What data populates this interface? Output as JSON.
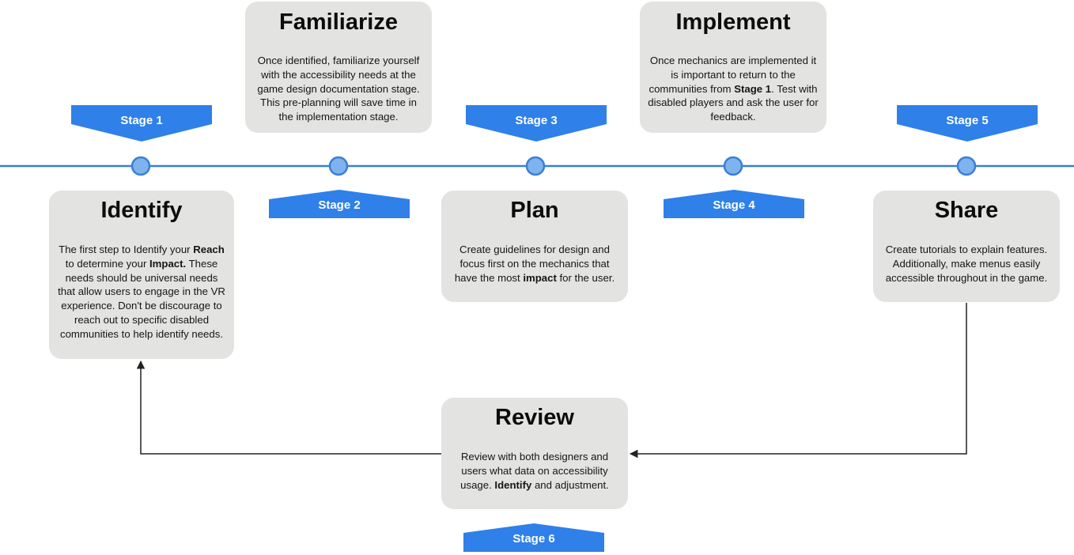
{
  "colors": {
    "accent": "#2f80e8",
    "timeline": "#3a7fd5",
    "node_fill": "#7fb3ee",
    "card_bg": "#e3e4e1",
    "connector": "#222222"
  },
  "stages": [
    {
      "stage_label": "Stage 1",
      "title": "Identify",
      "body": [
        {
          "text": "The first step to Identify your "
        },
        {
          "text": "Reach",
          "bold": true
        },
        {
          "text": " to determine your "
        },
        {
          "text": "Impact.",
          "bold": true
        },
        {
          "text": " These needs should be universal needs that allow users to engage in the VR experience. Don't be discourage to reach out to specific disabled communities to help identify needs."
        }
      ]
    },
    {
      "stage_label": "Stage 2",
      "title": "Familiarize",
      "body": [
        {
          "text": "Once identified, familiarize yourself with the accessibility needs at the game design documentation stage. This pre-planning will save time in the implementation stage."
        }
      ]
    },
    {
      "stage_label": "Stage 3",
      "title": "Plan",
      "body": [
        {
          "text": "Create guidelines for design and focus first on the mechanics that have the most "
        },
        {
          "text": "impact",
          "bold": true
        },
        {
          "text": " for the user."
        }
      ]
    },
    {
      "stage_label": "Stage 4",
      "title": "Implement",
      "body": [
        {
          "text": "Once mechanics are implemented it is important to return to the communities from "
        },
        {
          "text": "Stage 1",
          "bold": true
        },
        {
          "text": ". Test with disabled players and ask the user for feedback."
        }
      ]
    },
    {
      "stage_label": "Stage 5",
      "title": "Share",
      "body": [
        {
          "text": "Create tutorials to explain features. Additionally, make menus easily accessible throughout in the game."
        }
      ]
    },
    {
      "stage_label": "Stage 6",
      "title": "Review",
      "body": [
        {
          "text": "Review with both designers and users what data on accessibility usage. "
        },
        {
          "text": "Identify",
          "bold": true
        },
        {
          "text": " and adjustment."
        }
      ]
    }
  ]
}
